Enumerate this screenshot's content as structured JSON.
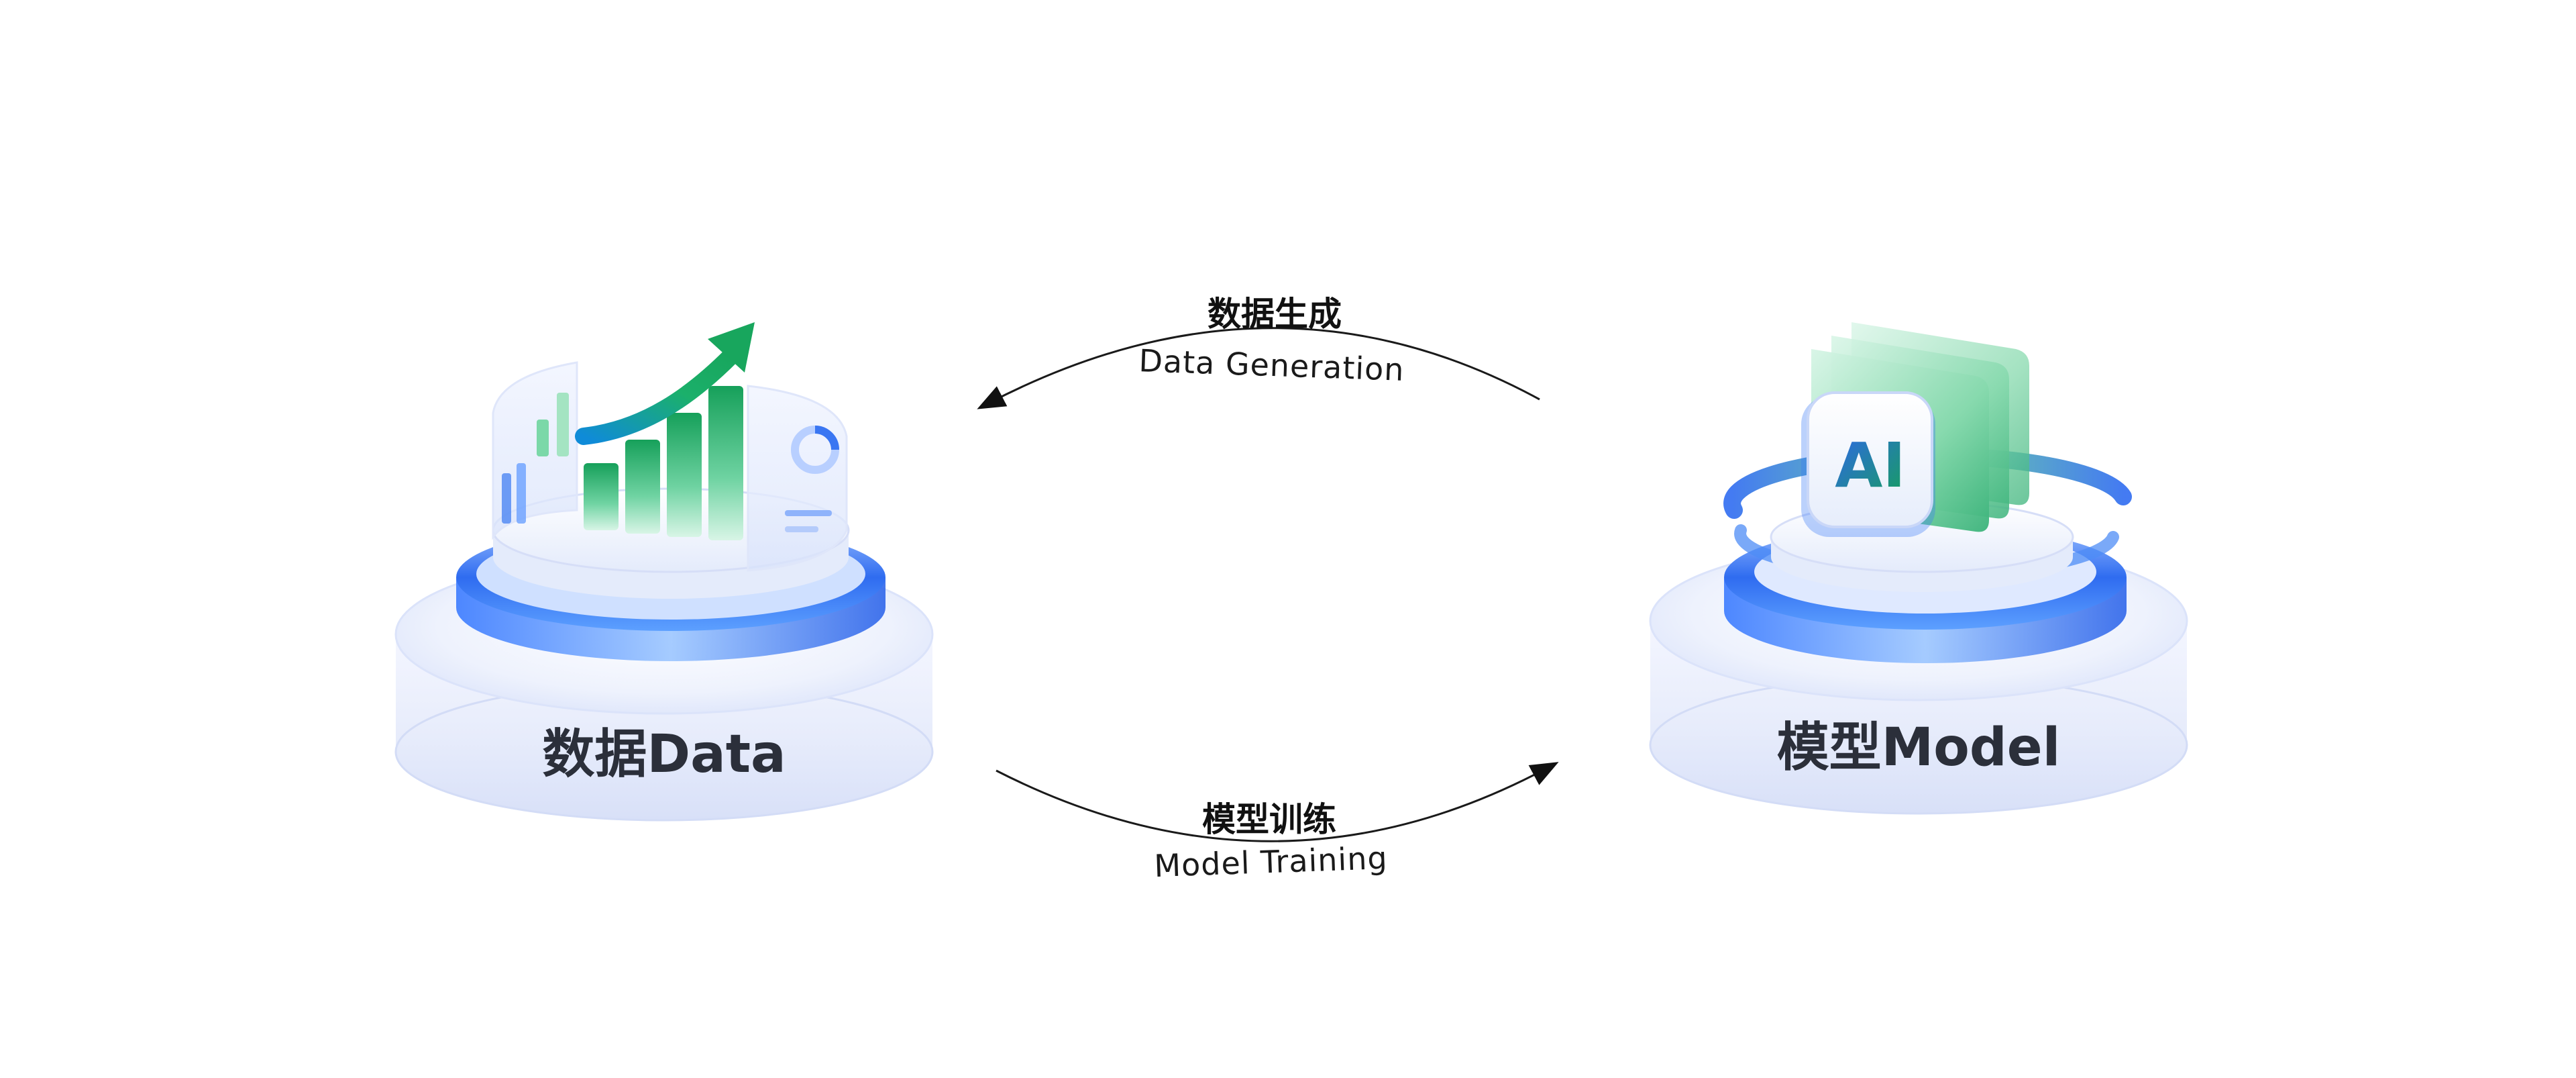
{
  "top_arrow": {
    "title": "数据生成",
    "subtitle": "Data Generation"
  },
  "bottom_arrow": {
    "title": "模型训练",
    "subtitle": "Model Training"
  },
  "left_platform": {
    "label": "数据Data",
    "icon": "rising-bar-chart-icon"
  },
  "right_platform": {
    "label": "模型Model",
    "icon": "ai-card-stack-icon",
    "badge": "AI"
  },
  "colors": {
    "accent_blue": "#2f6cf0",
    "accent_green": "#1aa56a",
    "platform_base": "#e9eefc",
    "text_dark": "#2b2f3a"
  }
}
